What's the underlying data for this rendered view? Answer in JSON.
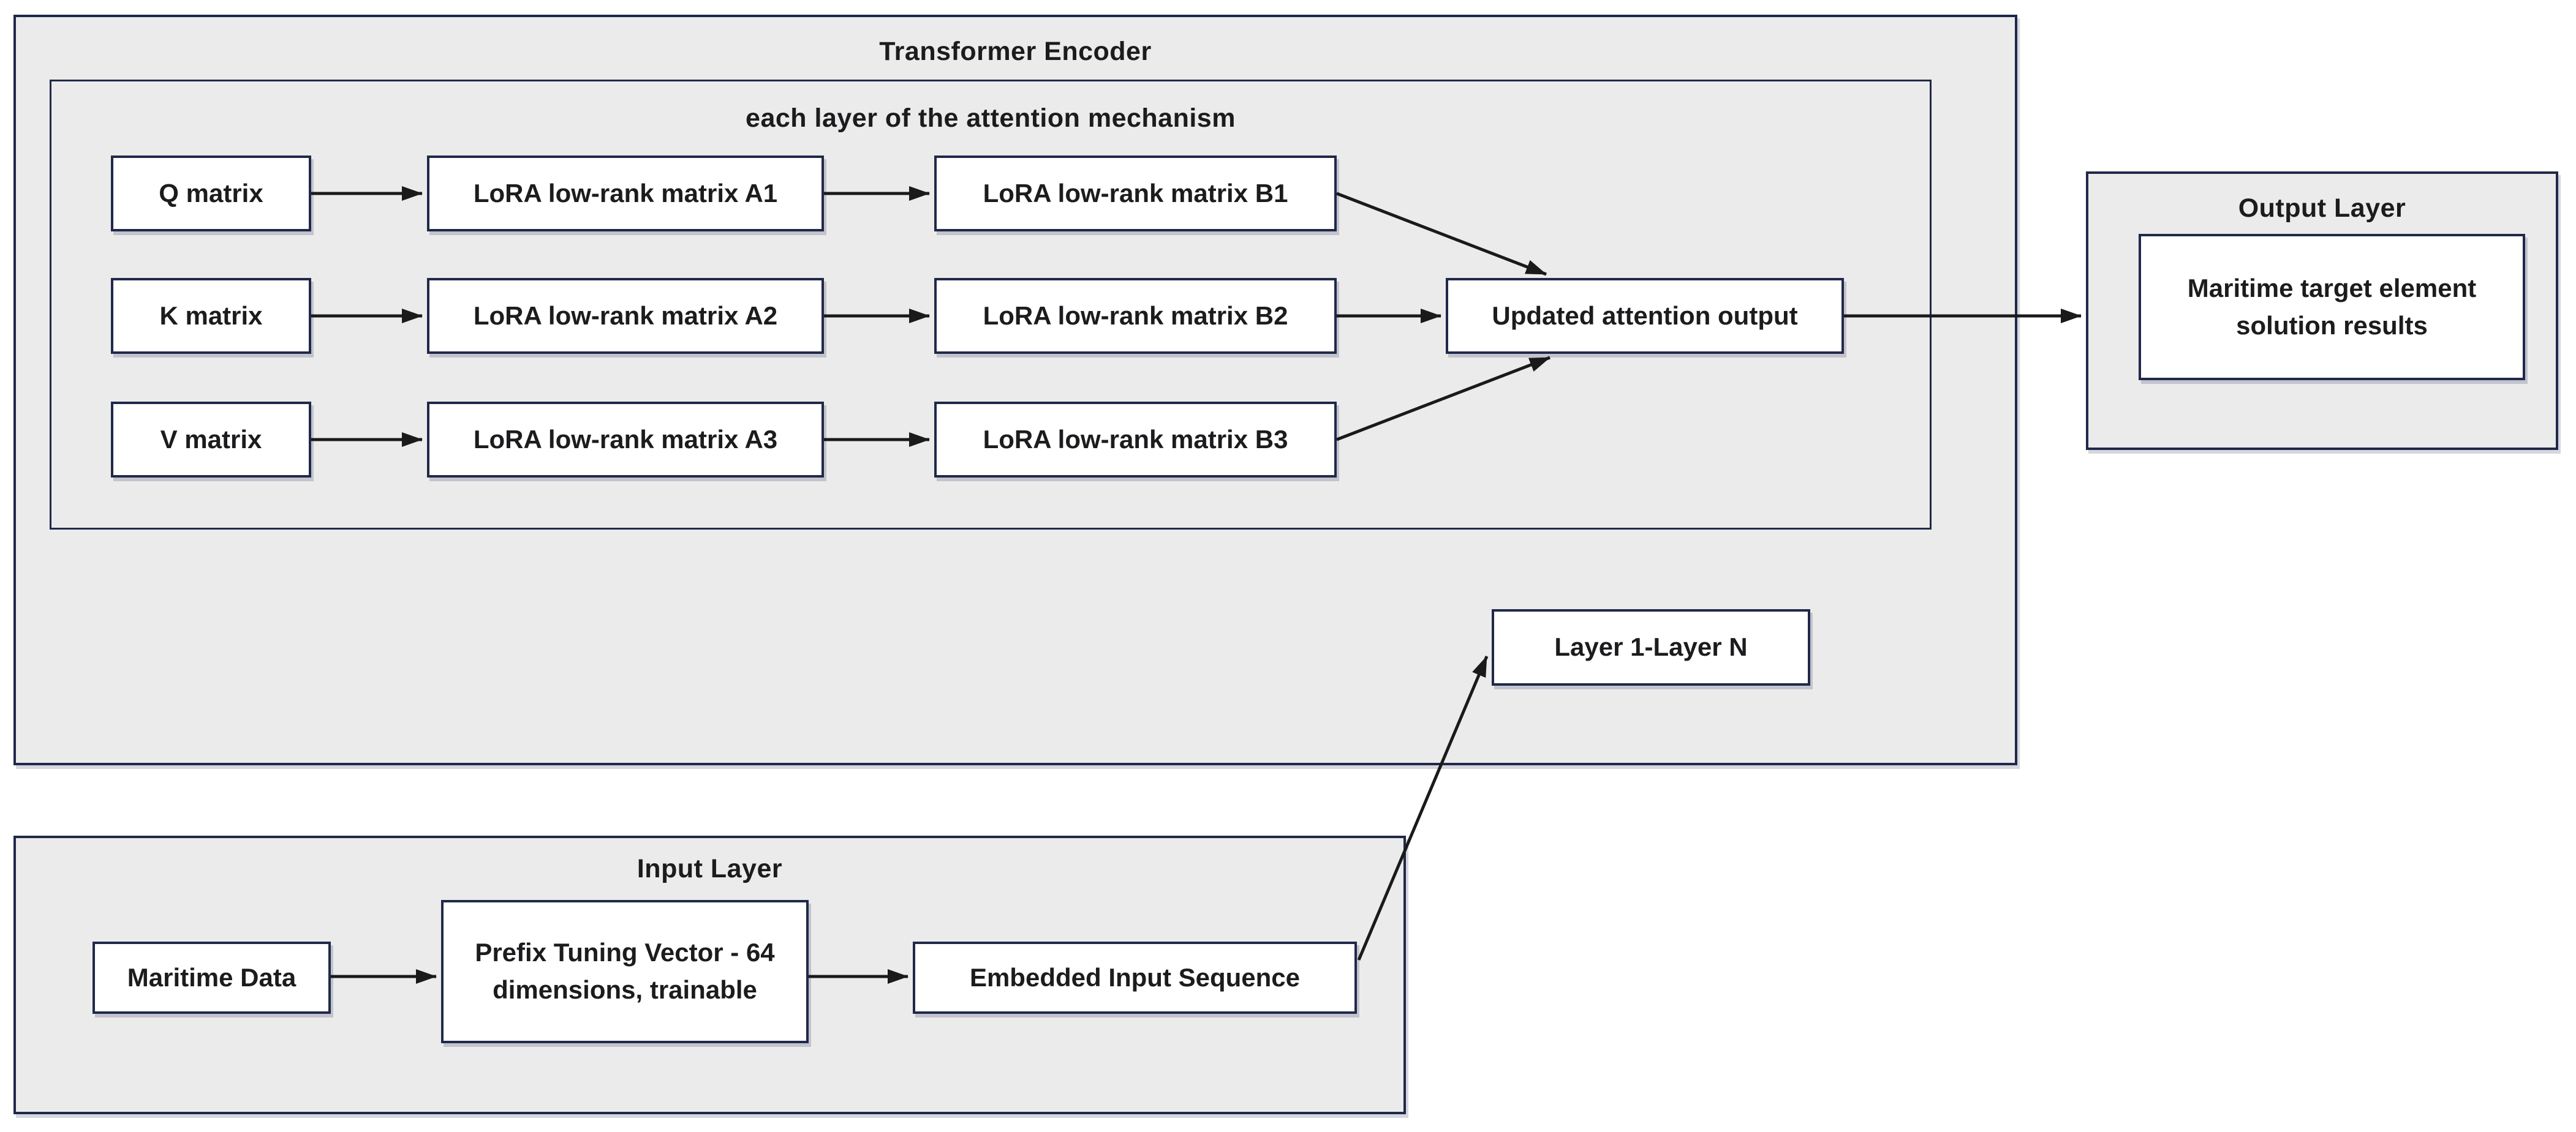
{
  "diagram": {
    "transformer_panel": {
      "title": "Transformer Encoder"
    },
    "attention_frame": {
      "title": "each layer of the attention mechanism"
    },
    "output_panel": {
      "title": "Output Layer"
    },
    "input_panel": {
      "title": "Input Layer"
    },
    "nodes": {
      "q": "Q matrix",
      "k": "K matrix",
      "v": "V matrix",
      "a1": "LoRA low-rank matrix A1",
      "a2": "LoRA low-rank matrix A2",
      "a3": "LoRA low-rank matrix A3",
      "b1": "LoRA low-rank matrix B1",
      "b2": "LoRA low-rank matrix B2",
      "b3": "LoRA low-rank matrix B3",
      "updated_attention": "Updated attention output",
      "layers_range": "Layer 1-Layer N",
      "maritime_data": "Maritime Data",
      "prefix_vector": "Prefix Tuning Vector - 64 dimensions, trainable",
      "embedded_sequence": "Embedded Input Sequence",
      "output_result": "Maritime target element solution results"
    },
    "colors": {
      "panel_fill": "#ebebeb",
      "border_navy": "#20294a",
      "arrow_black": "#1a1a1a",
      "node_fill": "#ffffff"
    }
  }
}
